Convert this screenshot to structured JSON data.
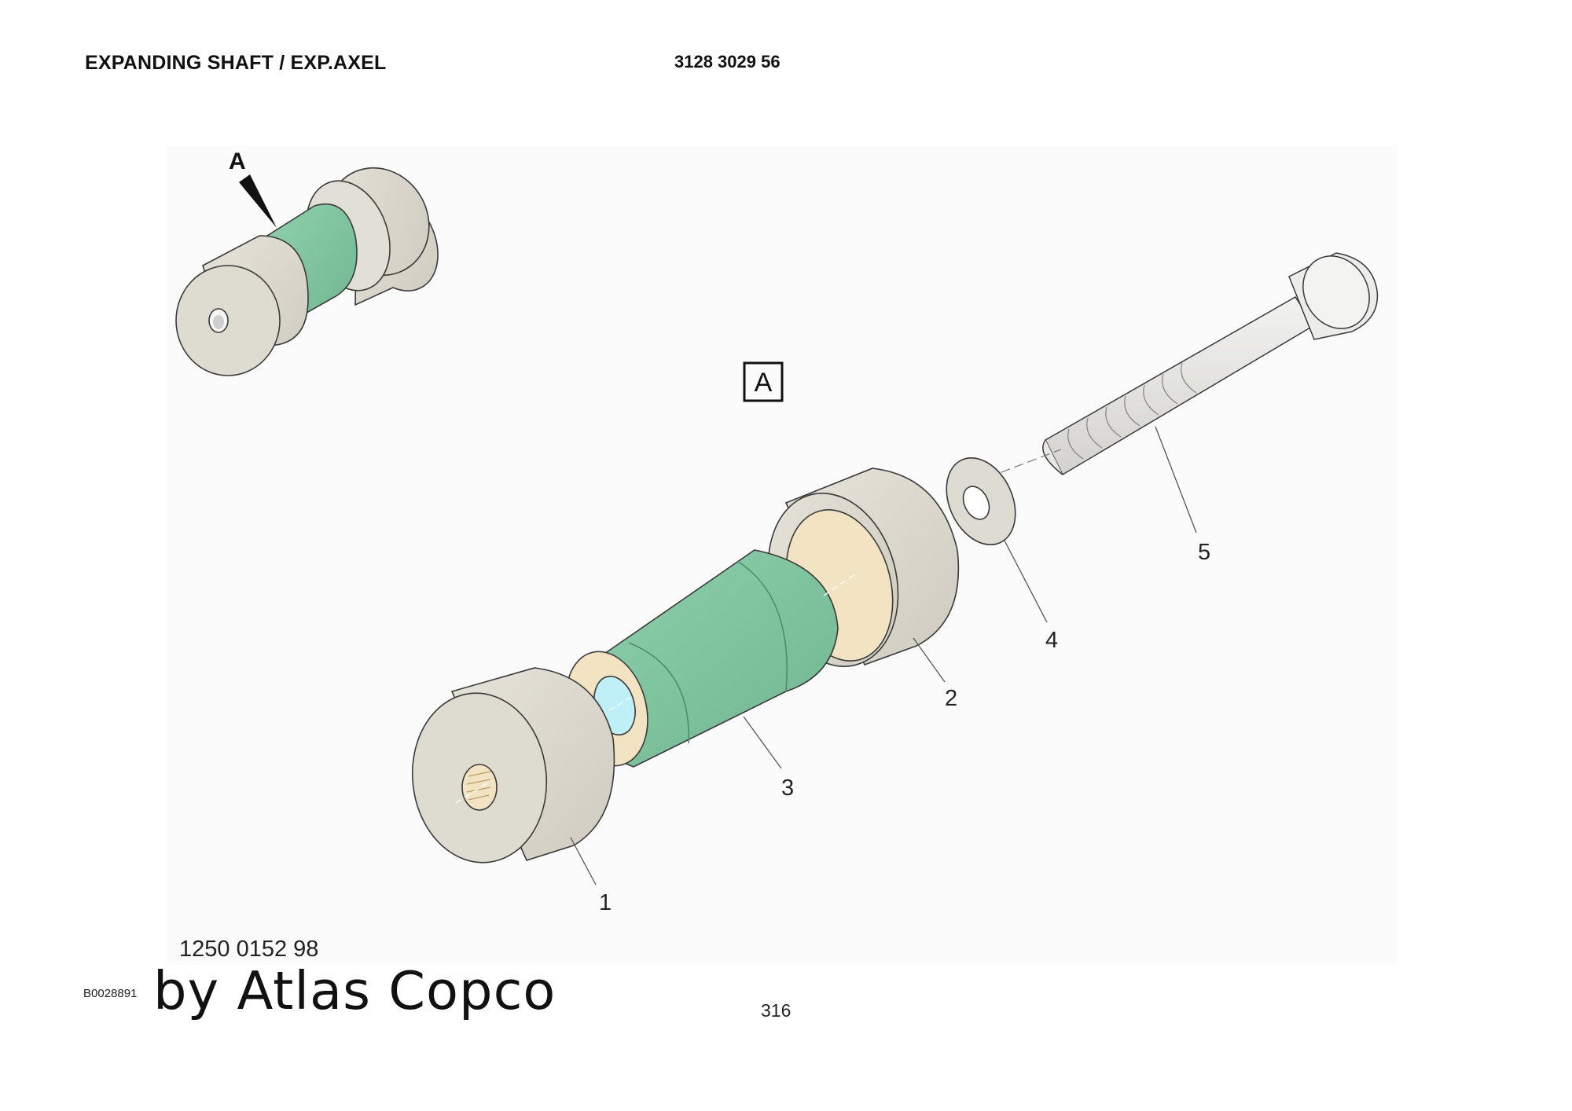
{
  "header": {
    "title": "EXPANDING SHAFT / EXP.AXEL",
    "part_number": "3128 3029 56"
  },
  "illustration": {
    "detail_pointer_label": "A",
    "detail_box_label": "A",
    "callouts": [
      "1",
      "2",
      "3",
      "4",
      "5"
    ],
    "colors": {
      "end_cap": "#dcd9cf",
      "green_sleeve": "#80c4a0",
      "bushing": "#f2e3c2",
      "bore": "#bff0f7",
      "outline": "#3a3a3a"
    }
  },
  "footer": {
    "reference_code": "1250 0152 98",
    "drawing_id": "B0028891",
    "brand_text": "by Atlas Copco",
    "page_number": "316"
  }
}
